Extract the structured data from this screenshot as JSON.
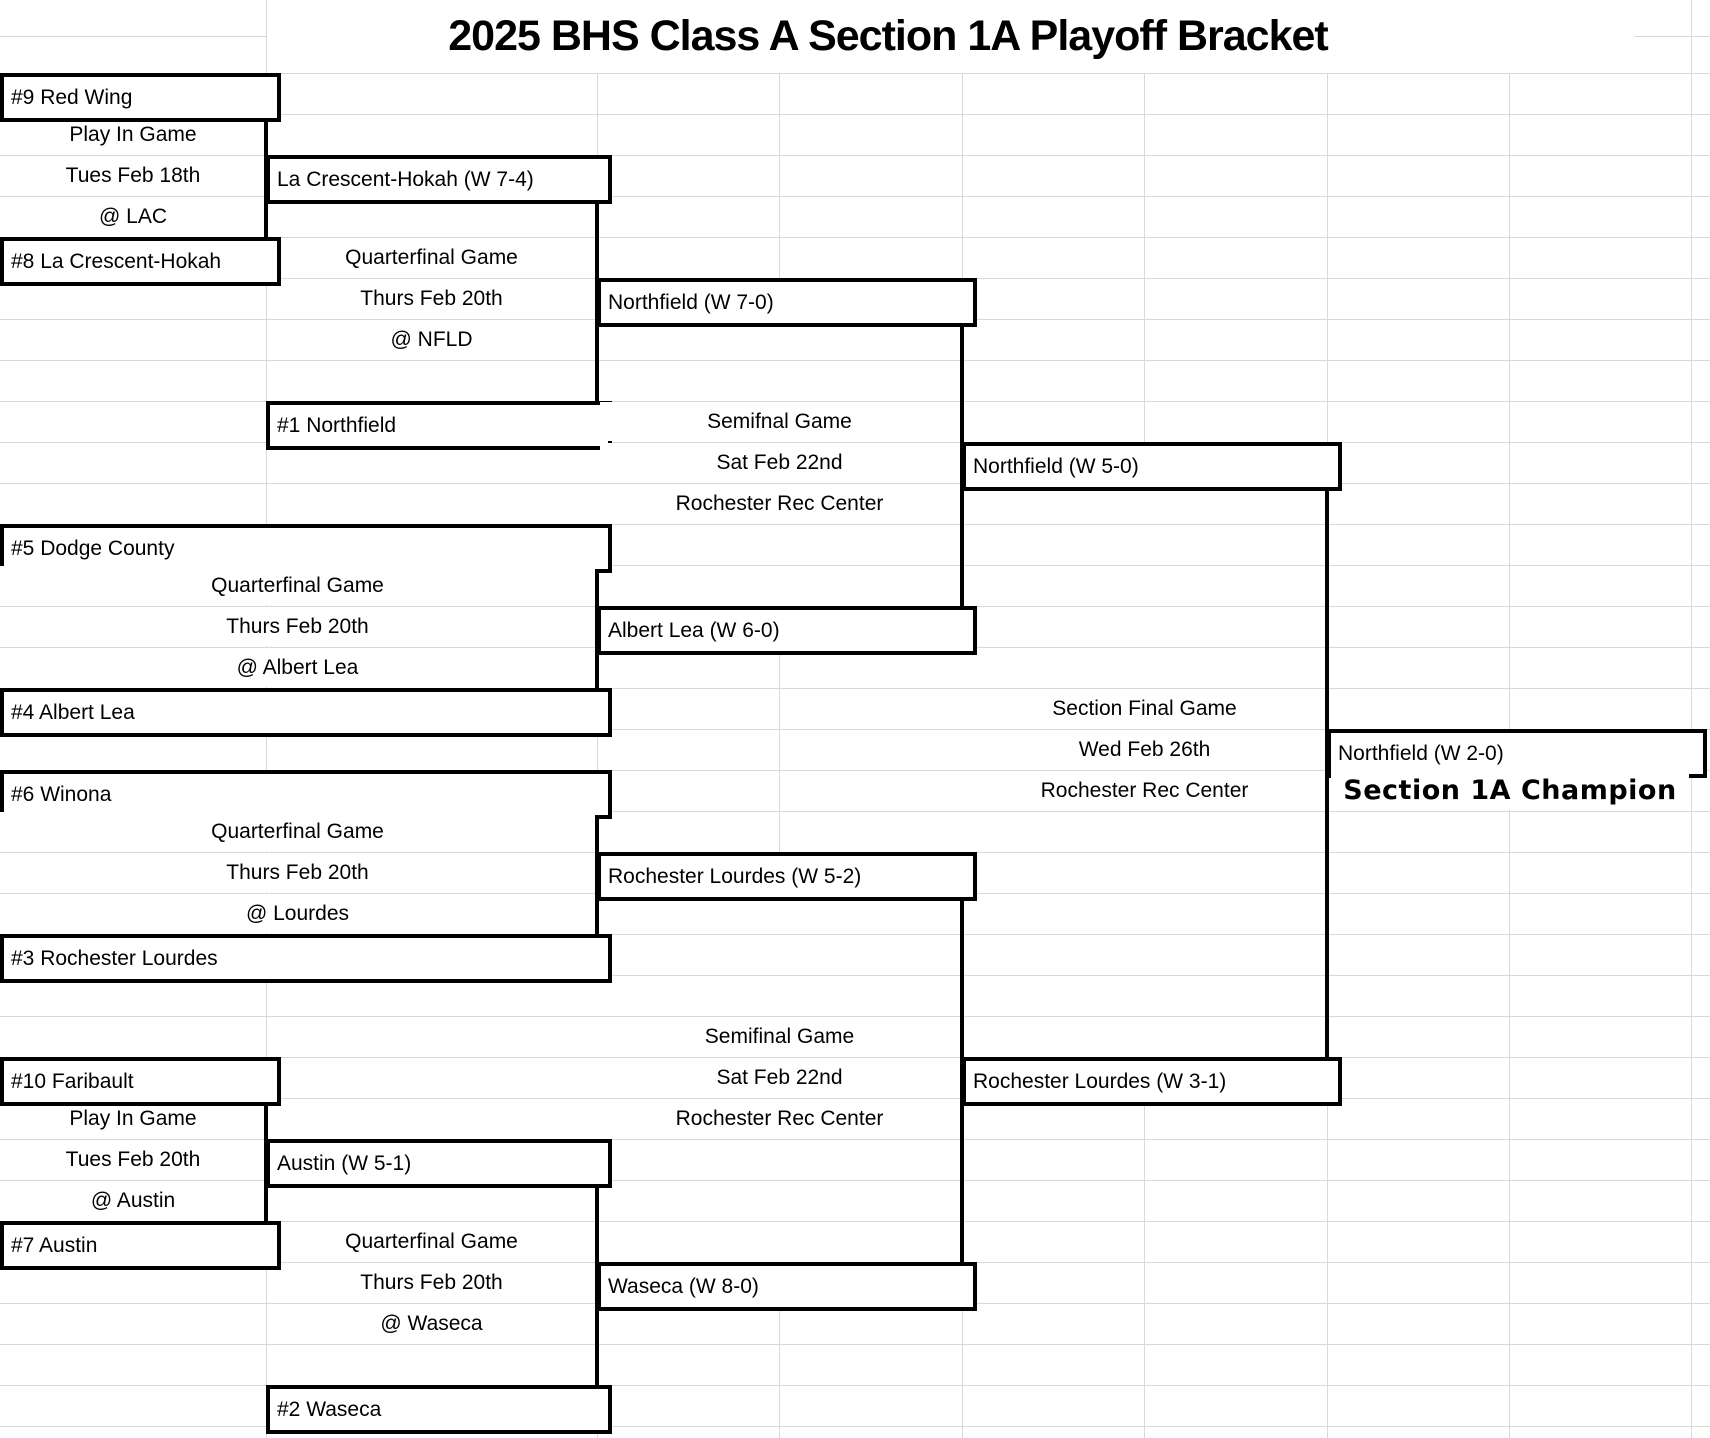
{
  "title": "2025 BHS Class A Section 1A Playoff Bracket",
  "champion": {
    "label": "Section 1A Champion"
  },
  "seeds": {
    "red_wing": "#9 Red Wing",
    "la_crescent_hokah": "#8 La Crescent-Hokah",
    "northfield": "#1 Northfield",
    "dodge_county": "#5 Dodge County",
    "albert_lea": "#4 Albert Lea",
    "winona": "#6 Winona",
    "rochester_lourdes": "#3 Rochester Lourdes",
    "faribault": "#10 Faribault",
    "austin": "#7 Austin",
    "waseca": "#2 Waseca"
  },
  "winners": {
    "playin_top": "La Crescent-Hokah (W 7-4)",
    "qf_top": "Northfield (W 7-0)",
    "sf_top": "Northfield (W 5-0)",
    "qf_albert_lea": "Albert Lea (W 6-0)",
    "final": "Northfield (W 2-0)",
    "qf_lourdes": "Rochester Lourdes (W 5-2)",
    "sf_bottom": "Rochester Lourdes (W 3-1)",
    "playin_bottom": "Austin (W 5-1)",
    "qf_waseca": "Waseca (W 8-0)"
  },
  "games": {
    "playin_top": {
      "lines": [
        "Play In Game",
        "Tues Feb 18th",
        "@ LAC"
      ]
    },
    "qf_top": {
      "lines": [
        "Quarterfinal Game",
        "Thurs Feb 20th",
        "@ NFLD"
      ]
    },
    "sf_top": {
      "lines": [
        "Semifnal Game",
        "Sat Feb 22nd",
        "Rochester Rec Center"
      ]
    },
    "qf_albert_lea": {
      "lines": [
        "Quarterfinal Game",
        "Thurs Feb 20th",
        "@ Albert Lea"
      ]
    },
    "final": {
      "lines": [
        "Section Final Game",
        "Wed Feb 26th",
        "Rochester Rec Center"
      ]
    },
    "qf_lourdes": {
      "lines": [
        "Quarterfinal Game",
        "Thurs Feb 20th",
        "@ Lourdes"
      ]
    },
    "sf_bottom": {
      "lines": [
        "Semifinal Game",
        "Sat Feb 22nd",
        "Rochester Rec Center"
      ]
    },
    "playin_bottom": {
      "lines": [
        "Play In Game",
        "Tues Feb 20th",
        "@ Austin"
      ]
    },
    "qf_waseca": {
      "lines": [
        "Quarterfinal Game",
        "Thurs Feb 20th",
        "@ Waseca"
      ]
    }
  },
  "colors": {
    "grid_line": "#d9d9d9",
    "bracket_line": "#000000",
    "background": "#ffffff",
    "text": "#000000"
  }
}
